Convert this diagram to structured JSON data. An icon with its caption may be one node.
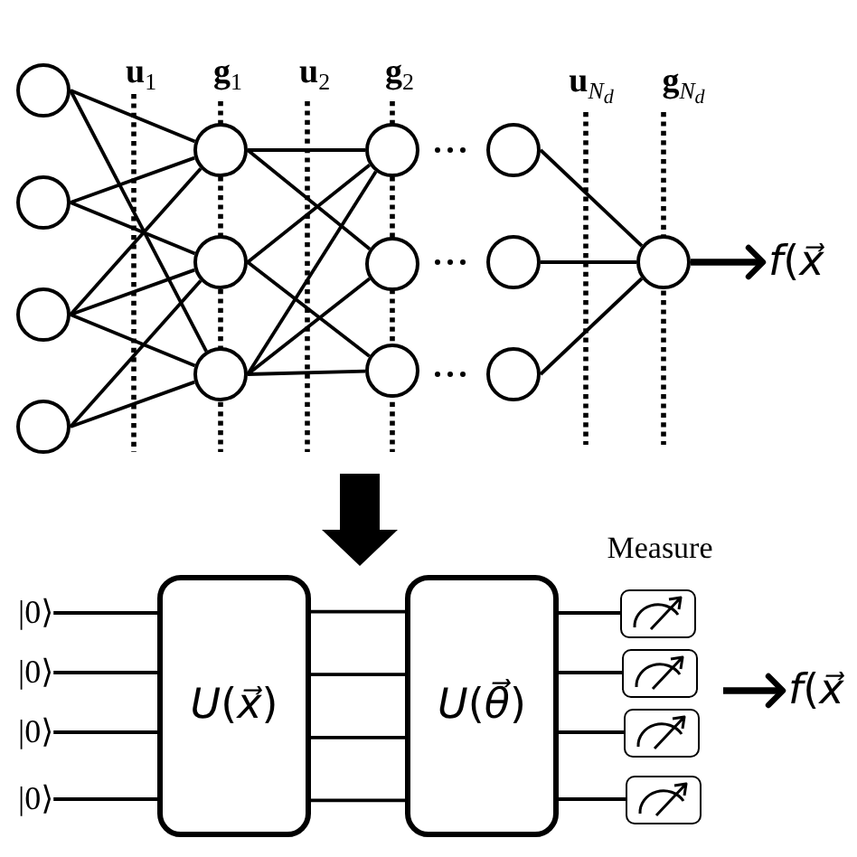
{
  "diagram": {
    "nodes": [
      {
        "text": [],
        "shape": "circle"
      },
      {
        "text": [],
        "shape": "circle"
      },
      {
        "text": [],
        "shape": "circle"
      },
      {
        "text": [],
        "shape": "circle"
      },
      {
        "text": [],
        "shape": "circle"
      },
      {
        "text": [],
        "shape": "circle"
      },
      {
        "text": [],
        "shape": "circle"
      },
      {
        "text": [],
        "shape": "circle"
      },
      {
        "text": [],
        "shape": "circle"
      },
      {
        "text": [],
        "shape": "circle"
      },
      {
        "text": [],
        "shape": "circle"
      },
      {
        "text": [],
        "shape": "circle"
      },
      {
        "text": [],
        "shape": "circle"
      },
      {
        "text": [],
        "shape": "circle"
      },
      {
        "text": [
          "*f*(*x⃗*"
        ]
      },
      {
        "text": [
          "|0⟩"
        ]
      },
      {
        "text": [
          "|0⟩"
        ]
      },
      {
        "text": [
          "|0⟩"
        ]
      },
      {
        "text": [
          "|0⟩"
        ]
      },
      {
        "text": [
          "*U*(*x⃗*)"
        ]
      },
      {
        "text": [
          "*U*(*θ⃗*)"
        ]
      },
      {
        "text": [],
        "shape": "box"
      },
      {
        "text": [],
        "shape": "box"
      },
      {
        "text": [],
        "shape": "box"
      },
      {
        "text": [],
        "shape": "box"
      },
      {
        "text": [
          "*f*(*x⃗*"
        ]
      }
    ],
    "edges": [
      {
        "from": 0,
        "to": 4,
        "arrow": "none"
      },
      {
        "from": 0,
        "to": 6,
        "arrow": "none"
      },
      {
        "from": 1,
        "to": 4,
        "arrow": "none"
      },
      {
        "from": 1,
        "to": 5,
        "arrow": "none"
      },
      {
        "from": 2,
        "to": 4,
        "arrow": "none"
      },
      {
        "from": 2,
        "to": 5,
        "arrow": "none"
      },
      {
        "from": 2,
        "to": 6,
        "arrow": "none"
      },
      {
        "from": 3,
        "to": 5,
        "arrow": "none"
      },
      {
        "from": 3,
        "to": 6,
        "arrow": "none"
      },
      {
        "from": 4,
        "to": 7,
        "arrow": "none"
      },
      {
        "from": 4,
        "to": 8,
        "arrow": "none"
      },
      {
        "from": 5,
        "to": 7,
        "arrow": "none"
      },
      {
        "from": 5,
        "to": 9,
        "arrow": "none"
      },
      {
        "from": 6,
        "to": 7,
        "arrow": "none"
      },
      {
        "from": 6,
        "to": 8,
        "arrow": "none"
      },
      {
        "from": 6,
        "to": 9,
        "arrow": "none"
      },
      {
        "from": 10,
        "to": 13,
        "arrow": "none"
      },
      {
        "from": 11,
        "to": 13,
        "arrow": "none"
      },
      {
        "from": 12,
        "to": 13,
        "arrow": "none"
      },
      {
        "from": 13,
        "to": 14,
        "arrow": "to",
        "style": "thick"
      },
      {
        "from": 15,
        "to": 19,
        "arrow": "none"
      },
      {
        "from": 16,
        "to": 19,
        "arrow": "none"
      },
      {
        "from": 17,
        "to": 19,
        "arrow": "none"
      },
      {
        "from": 18,
        "to": 19,
        "arrow": "none"
      },
      {
        "from": 19,
        "to": 20,
        "arrow": "none"
      },
      {
        "from": 19,
        "to": 20,
        "arrow": "none"
      },
      {
        "from": 19,
        "to": 20,
        "arrow": "none"
      },
      {
        "from": 19,
        "to": 20,
        "arrow": "none"
      },
      {
        "from": 20,
        "to": 21,
        "arrow": "none"
      },
      {
        "from": 20,
        "to": 22,
        "arrow": "none"
      },
      {
        "from": 20,
        "to": 23,
        "arrow": "none"
      },
      {
        "from": 20,
        "to": 24,
        "arrow": "none"
      },
      {
        "from": null,
        "to": 25,
        "arrow": "to",
        "style": "thick"
      }
    ],
    "labels": [
      "**u**$_{1}$",
      "**g**$_{1}$",
      "**u**$_{2}$",
      "**g**$_{2}$",
      "**u**$_{N}$$_{d}$",
      "**g**$_{N}$$_{d}$",
      "Measure"
    ]
  }
}
